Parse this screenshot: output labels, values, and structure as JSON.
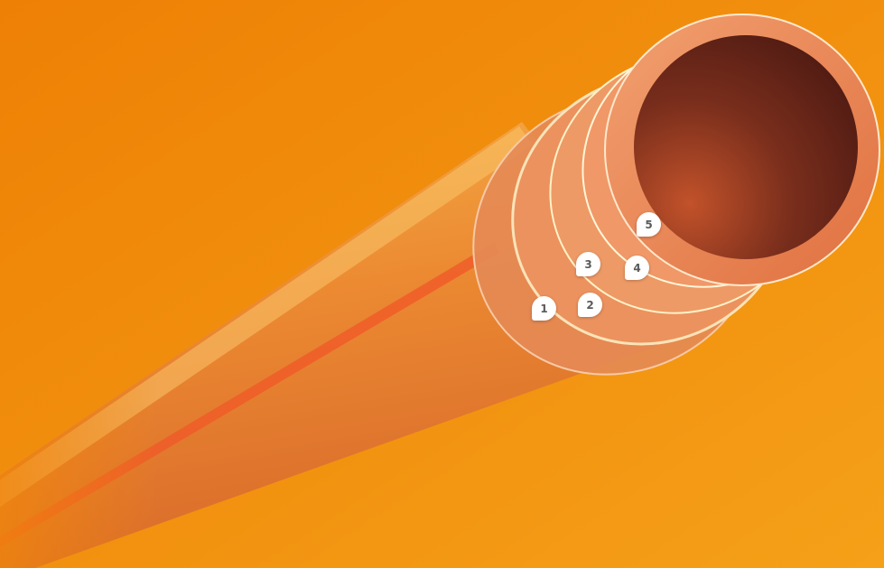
{
  "scene": {
    "subject": "multilayer-pipe-cutaway",
    "background_color": "#F0860A",
    "pipe_color": "#E87A2A",
    "bore_color": "#5C2016",
    "stripe_color": "#F05A28"
  },
  "markers": [
    {
      "label": "1"
    },
    {
      "label": "2"
    },
    {
      "label": "3"
    },
    {
      "label": "4"
    },
    {
      "label": "5"
    }
  ]
}
